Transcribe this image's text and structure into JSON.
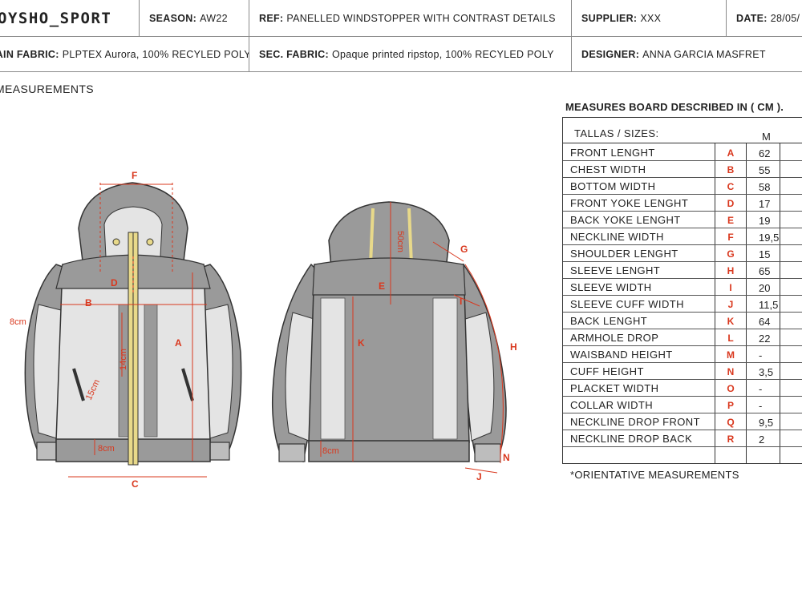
{
  "header": {
    "brand": "OYSHO_SPORT",
    "season_label": "SEASON:",
    "season": "AW22",
    "ref_label": "REF:",
    "ref": "PANELLED WINDSTOPPER WITH CONTRAST DETAILS",
    "supplier_label": "SUPPLIER:",
    "supplier": "XXX",
    "date_label": "DATE:",
    "date": "28/05/",
    "main_fabric_label": "MAIN FABRIC:",
    "main_fabric": "PLPTEX Aurora,  100% RECYLED POLY",
    "sec_fabric_label": "SEC. FABRIC:",
    "sec_fabric": "Opaque printed ripstop,  100% RECYLED POLY",
    "designer_label": "DESIGNER:",
    "designer": "ANNA GARCIA MASFRET"
  },
  "section_title": "MEASUREMENTS",
  "board": {
    "title": "MEASURES BOARD DESCRIBED IN ( CM ).",
    "sizes_label": "TALLAS / SIZES:",
    "size": "M",
    "rows": [
      {
        "name": "FRONT LENGHT",
        "code": "A",
        "value": "62"
      },
      {
        "name": "CHEST WIDTH",
        "code": "B",
        "value": "55"
      },
      {
        "name": "BOTTOM WIDTH",
        "code": "C",
        "value": "58"
      },
      {
        "name": "FRONT YOKE LENGHT",
        "code": "D",
        "value": "17"
      },
      {
        "name": "BACK YOKE LENGHT",
        "code": "E",
        "value": "19"
      },
      {
        "name": "NECKLINE WIDTH",
        "code": "F",
        "value": "19,5"
      },
      {
        "name": "SHOULDER LENGHT",
        "code": "G",
        "value": "15"
      },
      {
        "name": "SLEEVE LENGHT",
        "code": "H",
        "value": "65"
      },
      {
        "name": "SLEEVE WIDTH",
        "code": "I",
        "value": "20"
      },
      {
        "name": "SLEEVE CUFF WIDTH",
        "code": "J",
        "value": "11,5"
      },
      {
        "name": "BACK LENGHT",
        "code": "K",
        "value": "64"
      },
      {
        "name": "ARMHOLE DROP",
        "code": "L",
        "value": "22"
      },
      {
        "name": "WAISBAND HEIGHT",
        "code": "M",
        "value": "-"
      },
      {
        "name": "CUFF HEIGHT",
        "code": "N",
        "value": "3,5"
      },
      {
        "name": "PLACKET WIDTH",
        "code": "O",
        "value": "-"
      },
      {
        "name": "COLLAR WIDTH",
        "code": "P",
        "value": "-"
      },
      {
        "name": "NECKLINE DROP FRONT",
        "code": "Q",
        "value": "9,5"
      },
      {
        "name": "NECKLINE DROP BACK",
        "code": "R",
        "value": "2"
      }
    ],
    "note": "*ORIENTATIVE MEASUREMENTS"
  },
  "drawing_labels": {
    "front": {
      "F": "F",
      "D": "D",
      "B": "B",
      "A": "A",
      "C": "C",
      "cuff_note": "8cm",
      "pocket_note": "15cm",
      "zip_note": "14cm",
      "hem_note": "8cm"
    },
    "back": {
      "E": "E",
      "K": "K",
      "G": "G",
      "I": "I",
      "H": "H",
      "N": "N",
      "J": "J",
      "hood_note": "50cm",
      "hem_note": "8cm"
    }
  },
  "colors": {
    "accent": "#d9381e",
    "panel_dark": "#9a9a9a",
    "panel_light": "#e4e4e4",
    "zip": "#e8d98a"
  }
}
